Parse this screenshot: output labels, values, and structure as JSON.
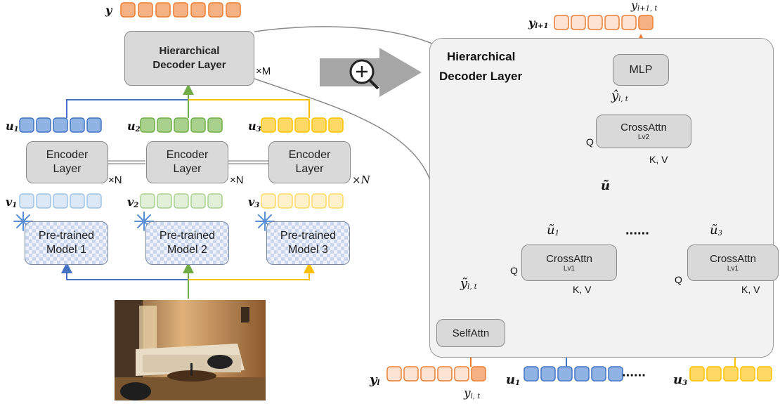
{
  "left": {
    "output_label": "y",
    "decoder": {
      "line1": "Hierarchical",
      "line2": "Decoder Layer",
      "repeat": "×M"
    },
    "encoders": [
      {
        "line1": "Encoder",
        "line2": "Layer",
        "repeat": "×N"
      },
      {
        "line1": "Encoder",
        "line2": "Layer",
        "repeat": "×N"
      },
      {
        "line1": "Encoder",
        "line2": "Layer",
        "repeat": "×N"
      }
    ],
    "u_labels": [
      "u",
      "u",
      "u"
    ],
    "v_labels": [
      "v",
      "v",
      "v"
    ],
    "subscripts": [
      "1",
      "2",
      "3"
    ],
    "models": [
      {
        "line1": "Pre-trained",
        "line2": "Model 1"
      },
      {
        "line1": "Pre-trained",
        "line2": "Model 2"
      },
      {
        "line1": "Pre-trained",
        "line2": "Model 3"
      }
    ]
  },
  "right": {
    "title_line1": "Hierarchical",
    "title_line2": "Decoder Layer",
    "mlp": "MLP",
    "crossattn": "CrossAttn",
    "lv2": "Lv2",
    "lv1": "Lv1",
    "selfattn": "SelfAttn",
    "q": "Q",
    "kv": "K, V",
    "dots": "······",
    "labels": {
      "y_next": "y",
      "y_next_sub": "l+1",
      "y_next_t": "y",
      "y_next_t_sub": "l+1, t",
      "yhat": "ŷ",
      "yhat_sub": "l, t",
      "ytilde": "ỹ",
      "ytilde_sub": "l, t",
      "u_tilde": "ũ",
      "u1_tilde": "ũ",
      "u3_tilde": "ũ",
      "y_l": "y",
      "y_l_sub": "l",
      "y_lt": "y",
      "y_lt_sub": "l, t",
      "u1": "u",
      "u3": "u"
    }
  },
  "colors": {
    "orange": "#ed7d31",
    "orange_fill": "#f4b183",
    "orange_light": "#fbe3d4",
    "blue": "#4472c4",
    "blue_fill": "#8fb4e3",
    "blue_light": "#dce8f6",
    "green": "#70ad47",
    "green_fill": "#a9d18e",
    "green_light": "#e2f0d9",
    "yellow": "#ffc000",
    "yellow_fill": "#ffd966",
    "yellow_light": "#fff2cc",
    "gray_box": "#d9d9d9",
    "panel": "#f2f2f2"
  }
}
